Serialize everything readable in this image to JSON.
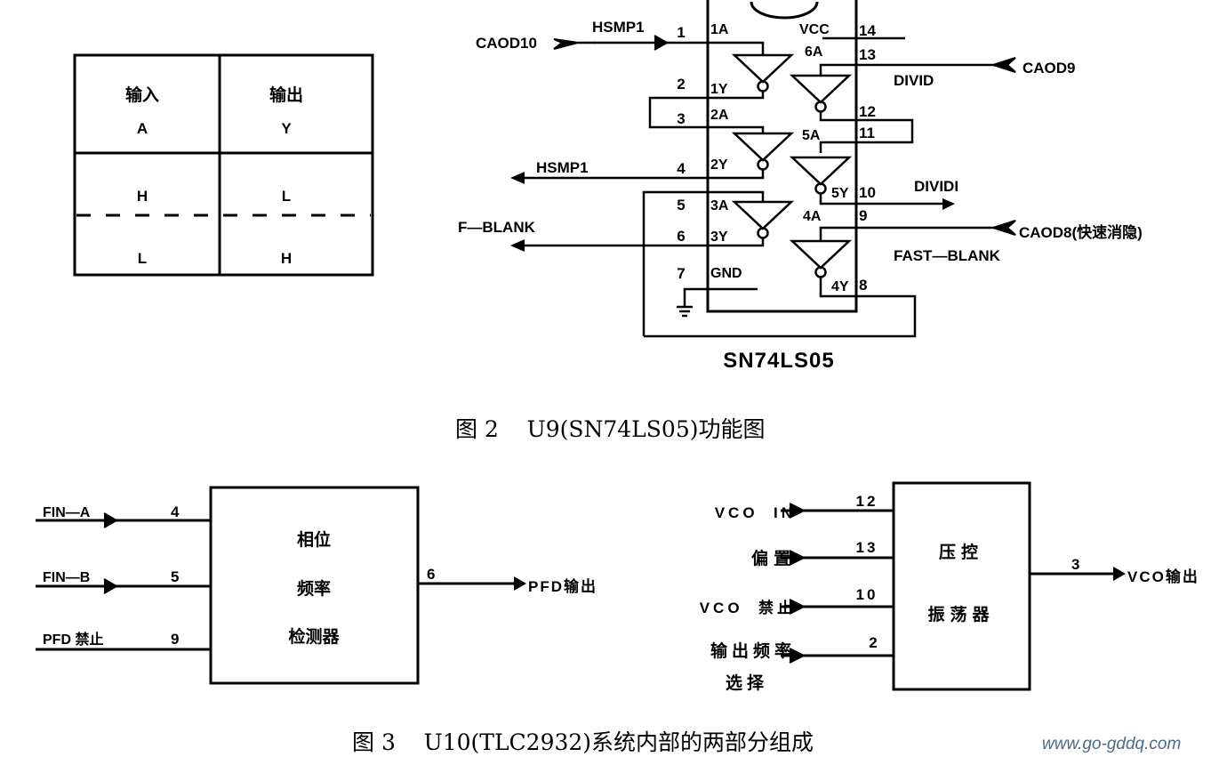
{
  "truth_table": {
    "header_input": "输入",
    "header_input_sub": "A",
    "header_output": "输出",
    "header_output_sub": "Y",
    "rows": [
      {
        "a": "H",
        "y": "L"
      },
      {
        "a": "L",
        "y": "H"
      }
    ]
  },
  "fig2": {
    "chip_name": "SN74LS05",
    "caption": "图 2    U9(SN74LS05)功能图",
    "left_pins": [
      {
        "num": "1",
        "name": "1A"
      },
      {
        "num": "2",
        "name": "1Y"
      },
      {
        "num": "3",
        "name": "2A"
      },
      {
        "num": "4",
        "name": "2Y"
      },
      {
        "num": "5",
        "name": "3A"
      },
      {
        "num": "6",
        "name": "3Y"
      },
      {
        "num": "7",
        "name": "GND"
      }
    ],
    "right_pins": [
      {
        "num": "14",
        "name": "VCC"
      },
      {
        "num": "13",
        "name": "6A"
      },
      {
        "num": "12",
        "name": ""
      },
      {
        "num": "11",
        "name": "5A"
      },
      {
        "num": "10",
        "name": "5Y"
      },
      {
        "num": "9",
        "name": "4A"
      },
      {
        "num": "8",
        "name": "4Y"
      }
    ],
    "signals": {
      "caod10": "CAOD10",
      "hsmp1_in": "HSMP1",
      "hsmp1_out": "HSMP1",
      "f_blank": "F—BLANK",
      "caod9": "CAOD9",
      "divid": "DIVID",
      "dividi": "DIVIDI",
      "caod8": "CAOD8(快速消隐)",
      "fast_blank": "FAST—BLANK"
    }
  },
  "fig3": {
    "caption": "图 3    U10(TLC2932)系统内部的两部分组成",
    "pfd": {
      "block_lines": [
        "相位",
        "频率",
        "检测器"
      ],
      "inputs": [
        {
          "label": "FIN—A",
          "pin": "4",
          "arrow": true
        },
        {
          "label": "FIN—B",
          "pin": "5",
          "arrow": true
        },
        {
          "label": "PFD 禁止",
          "pin": "9",
          "arrow": false
        }
      ],
      "output": {
        "pin": "6",
        "label": "PFD输出"
      }
    },
    "vco": {
      "block_lines": [
        "压控",
        "振荡器"
      ],
      "inputs": [
        {
          "label": "VCO  IN",
          "pin": "12"
        },
        {
          "label": "偏置",
          "pin": "13"
        },
        {
          "label": "VCO  禁止",
          "pin": "10"
        },
        {
          "label": "输出频率",
          "label2": "选择",
          "pin": "2"
        }
      ],
      "output": {
        "pin": "3",
        "label": "VCO输出"
      }
    }
  },
  "watermark": "www.go-gddq.com"
}
